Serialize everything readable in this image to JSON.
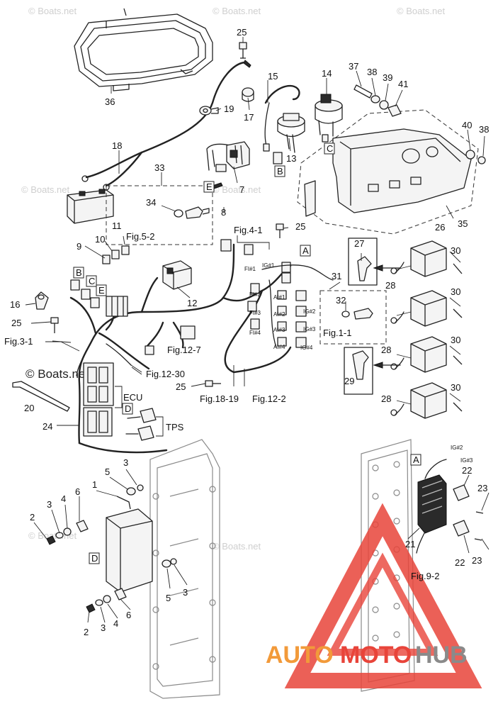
{
  "watermarks": {
    "boats_net": "© Boats.net",
    "logo_auto": "AUTO",
    "logo_moto": "MOTO",
    "logo_hub": "HUB"
  },
  "colors": {
    "logo_orange": "#f29a3a",
    "logo_red": "#e8443a",
    "logo_gray": "#8a8a8a"
  },
  "part_numbers": {
    "n1": "1",
    "n2": "2",
    "n3": "3",
    "n4": "4",
    "n5": "5",
    "n6": "6",
    "n7": "7",
    "n8": "8",
    "n9": "9",
    "n10": "10",
    "n11": "11",
    "n12": "12",
    "n13": "13",
    "n14": "14",
    "n15": "15",
    "n16": "16",
    "n17": "17",
    "n18": "18",
    "n19": "19",
    "n20": "20",
    "n21": "21",
    "n22": "22",
    "n23": "23",
    "n24": "24",
    "n25": "25",
    "n26": "26",
    "n27": "27",
    "n28": "28",
    "n29": "29",
    "n30": "30",
    "n31": "31",
    "n32": "32",
    "n33": "33",
    "n34": "34",
    "n35": "35",
    "n36": "36",
    "n37": "37",
    "n38": "38",
    "n39": "39",
    "n40": "40",
    "n41": "41"
  },
  "connector_letters": {
    "a": "A",
    "b": "B",
    "c": "C",
    "d": "D",
    "e": "E"
  },
  "figure_refs": {
    "fig_5_2": "Fig.5-2",
    "fig_4_1": "Fig.4-1",
    "fig_3_1": "Fig.3-1",
    "fig_12_30": "Fig.12-30",
    "fig_12_7": "Fig.12-7",
    "fig_18_19": "Fig.18-19",
    "fig_12_2": "Fig.12-2",
    "fig_1_1": "Fig.1-1",
    "fig_9_2": "Fig.9-2"
  },
  "wire_labels": {
    "ecu": "ECU",
    "tps": "TPS",
    "fi1": "FI#1",
    "fi2": "FI#2",
    "fi3": "FI#3",
    "fi4": "FI#4",
    "ig1": "IG#1",
    "ig2": "IG#2",
    "ig3": "IG#3",
    "ig4": "IG#4",
    "ai1": "AI#1",
    "ai2": "AI#2",
    "ai3": "AI#3",
    "ai4": "AI#4"
  }
}
